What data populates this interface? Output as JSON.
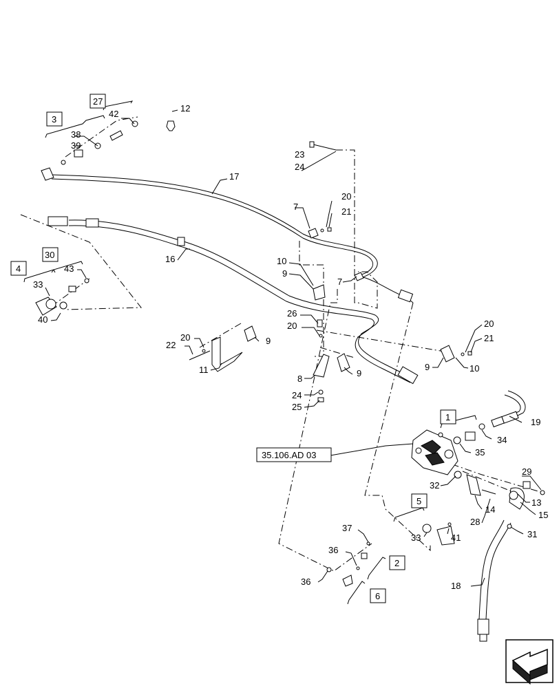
{
  "callouts": {
    "c1": "1",
    "c2": "2",
    "c3": "3",
    "c4": "4",
    "c5": "5",
    "c6": "6",
    "c7a": "7",
    "c7b": "7",
    "c8": "8",
    "c9a": "9",
    "c9b": "9",
    "c9c": "9",
    "c9d": "9",
    "c10a": "10",
    "c10b": "10",
    "c11": "11",
    "c12": "12",
    "c13": "13",
    "c14": "14",
    "c15": "15",
    "c16": "16",
    "c17": "17",
    "c18": "18",
    "c19": "19",
    "c20a": "20",
    "c20b": "20",
    "c20c": "20",
    "c20d": "20",
    "c21a": "21",
    "c21b": "21",
    "c22": "22",
    "c23": "23",
    "c24a": "24",
    "c24b": "24",
    "c25": "25",
    "c26": "26",
    "c27": "27",
    "c28": "28",
    "c29": "29",
    "c30": "30",
    "c31": "31",
    "c32": "32",
    "c33a": "33",
    "c33b": "33",
    "c34": "34",
    "c35": "35",
    "c36a": "36",
    "c36b": "36",
    "c37": "37",
    "c38": "38",
    "c39": "39",
    "c40": "40",
    "c41": "41",
    "c42": "42",
    "c43": "43"
  },
  "reference": "35.106.AD 03",
  "icons": {
    "view_direction": "arrow-icon"
  }
}
